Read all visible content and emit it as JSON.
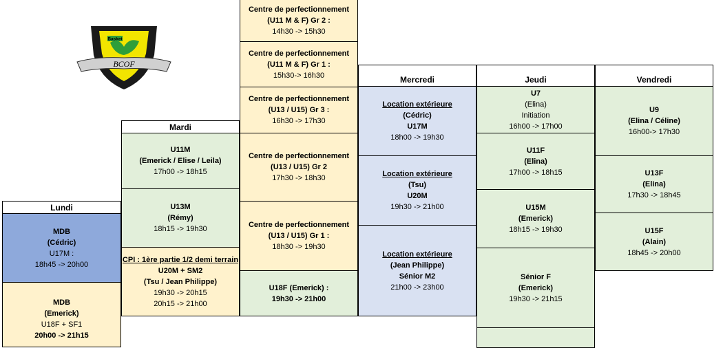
{
  "logo": {
    "top_text": "Basket",
    "band_text": "BCOF",
    "colors": {
      "shield": "#1a1a1a",
      "inner": "#f2e500",
      "leaf": "#2e9e3a",
      "band": "#d0d0d0"
    }
  },
  "days": {
    "lundi": "Lundi",
    "mardi": "Mardi",
    "mercredi": "Mercredi",
    "jeudi": "Jeudi",
    "vendredi": "Vendredi"
  },
  "colors": {
    "beige": "#fff2cc",
    "green": "#e2efda",
    "lavender": "#d9e1f2",
    "blue": "#8ea9db"
  },
  "lundi": [
    {
      "lines": [
        "MDB",
        "(Cédric)",
        "U17M :",
        "18h45 -> 20h00"
      ]
    },
    {
      "lines": [
        "MDB",
        "(Emerick)",
        "U18F + SF1",
        "20h00 -> 21h15"
      ]
    }
  ],
  "mardi": [
    {
      "lines": [
        "U11M",
        "(Emerick / Elise / Leila)",
        "17h00 -> 18h15"
      ]
    },
    {
      "lines": [
        "U13M",
        "(Rémy)",
        "18h15 -> 19h30"
      ]
    },
    {
      "lines": [
        "CPI : 1ère partie 1/2 demi terrain",
        "U20M + SM2",
        "(Tsu / Jean Philippe)",
        "19h30 -> 20h15",
        "20h15 -> 21h00"
      ]
    }
  ],
  "perf": [
    {
      "lines": [
        "Centre de perfectionnement",
        "(U11 M & F) Gr 2 :",
        "14h30 -> 15h30"
      ]
    },
    {
      "lines": [
        "Centre de perfectionnement",
        "(U11 M & F) Gr 1 :",
        "15h30-> 16h30"
      ]
    },
    {
      "lines": [
        "Centre de perfectionnement",
        "(U13 / U15) Gr 3 :",
        "16h30 -> 17h30"
      ]
    },
    {
      "lines": [
        "Centre de perfectionnement",
        "(U13 / U15) Gr 2",
        "17h30 -> 18h30"
      ]
    },
    {
      "lines": [
        "Centre de perfectionnement",
        "(U13 / U15) Gr 1 :",
        "18h30 -> 19h30"
      ]
    },
    {
      "lines": [
        "U18F (Emerick) :",
        "19h30 -> 21h00"
      ]
    }
  ],
  "mercredi": [
    {
      "lines": [
        "Location extérieure",
        "(Cédric)",
        "U17M",
        "18h00 -> 19h30"
      ]
    },
    {
      "lines": [
        "Location extérieure",
        "(Tsu)",
        "U20M",
        "19h30 -> 21h00"
      ]
    },
    {
      "lines": [
        "Location extérieure",
        "(Jean Philippe)",
        "Sénior M2",
        "21h00 -> 23h00"
      ]
    }
  ],
  "jeudi": [
    {
      "lines": [
        "U7",
        "(Elina)",
        "Initiation",
        "16h00 -> 17h00"
      ]
    },
    {
      "lines": [
        "U11F",
        "(Elina)",
        "17h00 -> 18h15"
      ]
    },
    {
      "lines": [
        "U15M",
        "(Emerick)",
        "18h15 -> 19h30"
      ]
    },
    {
      "lines": [
        "Sénior F",
        "(Emerick)",
        "19h30 -> 21h15"
      ]
    },
    {
      "lines": []
    }
  ],
  "vendredi": [
    {
      "lines": [
        "U9",
        "(Elina / Céline)",
        "16h00-> 17h30"
      ]
    },
    {
      "lines": [
        "U13F",
        "(Elina)",
        "17h30 -> 18h45"
      ]
    },
    {
      "lines": [
        "U15F",
        "(Alain)",
        "18h45 -> 20h00"
      ]
    }
  ]
}
